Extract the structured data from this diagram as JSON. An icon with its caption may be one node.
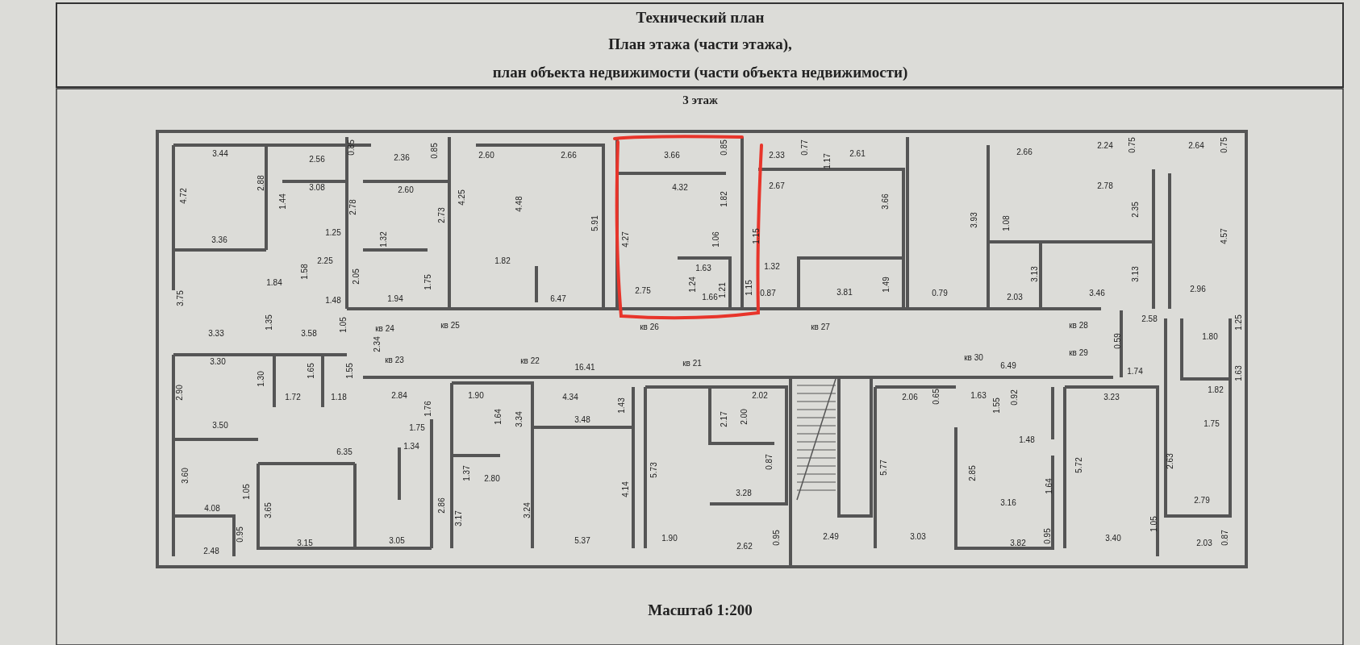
{
  "diagram": {
    "title": "Технический план",
    "caption": "Масштаб 1:200",
    "labels": [
      "План этажа (части этажа),",
      "план объекта недвижимости (части объекта недвижимости)",
      "3 этаж",
      "3.44",
      "2.56",
      "0.85",
      "2.36",
      "0.85",
      "2.60",
      "2.66",
      "3.66",
      "0.85",
      "2.33",
      "0.77",
      "2.61",
      "2.66",
      "2.24",
      "0.75",
      "2.64",
      "0.75",
      "4.72",
      "2.88",
      "3.08",
      "1.44",
      "2.78",
      "2.60",
      "2.73",
      "4.25",
      "4.48",
      "5.91",
      "4.32",
      "1.82",
      "2.67",
      "1.17",
      "3.66",
      "3.93",
      "2.78",
      "2.35",
      "1.08",
      "4.57",
      "3.36",
      "1.25",
      "1.32",
      "1.82",
      "4.27",
      "1.06",
      "1.15",
      "2.25",
      "1.58",
      "2.05",
      "1.84",
      "1.63",
      "1.32",
      "3.13",
      "3.13",
      "3.75",
      "1.48",
      "1.94",
      "1.75",
      "6.47",
      "2.75",
      "1.24",
      "1.66",
      "1.21",
      "1.15",
      "0.87",
      "3.81",
      "1.49",
      "0.79",
      "2.03",
      "3.46",
      "2.96",
      "1.35",
      "3.33",
      "3.58",
      "1.05",
      "кв 24",
      "кв 25",
      "кв 26",
      "кв 27",
      "кв 28",
      "2.58",
      "1.25",
      "2.34",
      "1.80",
      "0.59",
      "кв 29",
      "3.30",
      "кв 23",
      "кв 22",
      "16.41",
      "кв 21",
      "кв 30",
      "6.49",
      "1.74",
      "1.63",
      "1.82",
      "2.90",
      "1.30",
      "1.65",
      "1.55",
      "1.72",
      "1.18",
      "2.84",
      "1.90",
      "4.34",
      "2.02",
      "2.06",
      "0.65",
      "1.63",
      "1.55",
      "0.92",
      "3.23",
      "3.50",
      "1.34",
      "1.75",
      "1.76",
      "1.64",
      "3.34",
      "3.48",
      "1.43",
      "2.17",
      "2.00",
      "1.48",
      "1.75",
      "6.35",
      "3.60",
      "1.05",
      "4.08",
      "3.65",
      "2.86",
      "1.37",
      "2.80",
      "3.24",
      "3.17",
      "4.14",
      "5.73",
      "0.87",
      "5.77",
      "2.85",
      "1.64",
      "5.72",
      "2.63",
      "2.79",
      "3.28",
      "0.95",
      "2.48",
      "3.15",
      "3.05",
      "5.37",
      "1.90",
      "2.62",
      "0.95",
      "2.49",
      "3.03",
      "3.16",
      "3.82",
      "0.95",
      "1.05",
      "3.40",
      "2.03",
      "0.87"
    ]
  }
}
